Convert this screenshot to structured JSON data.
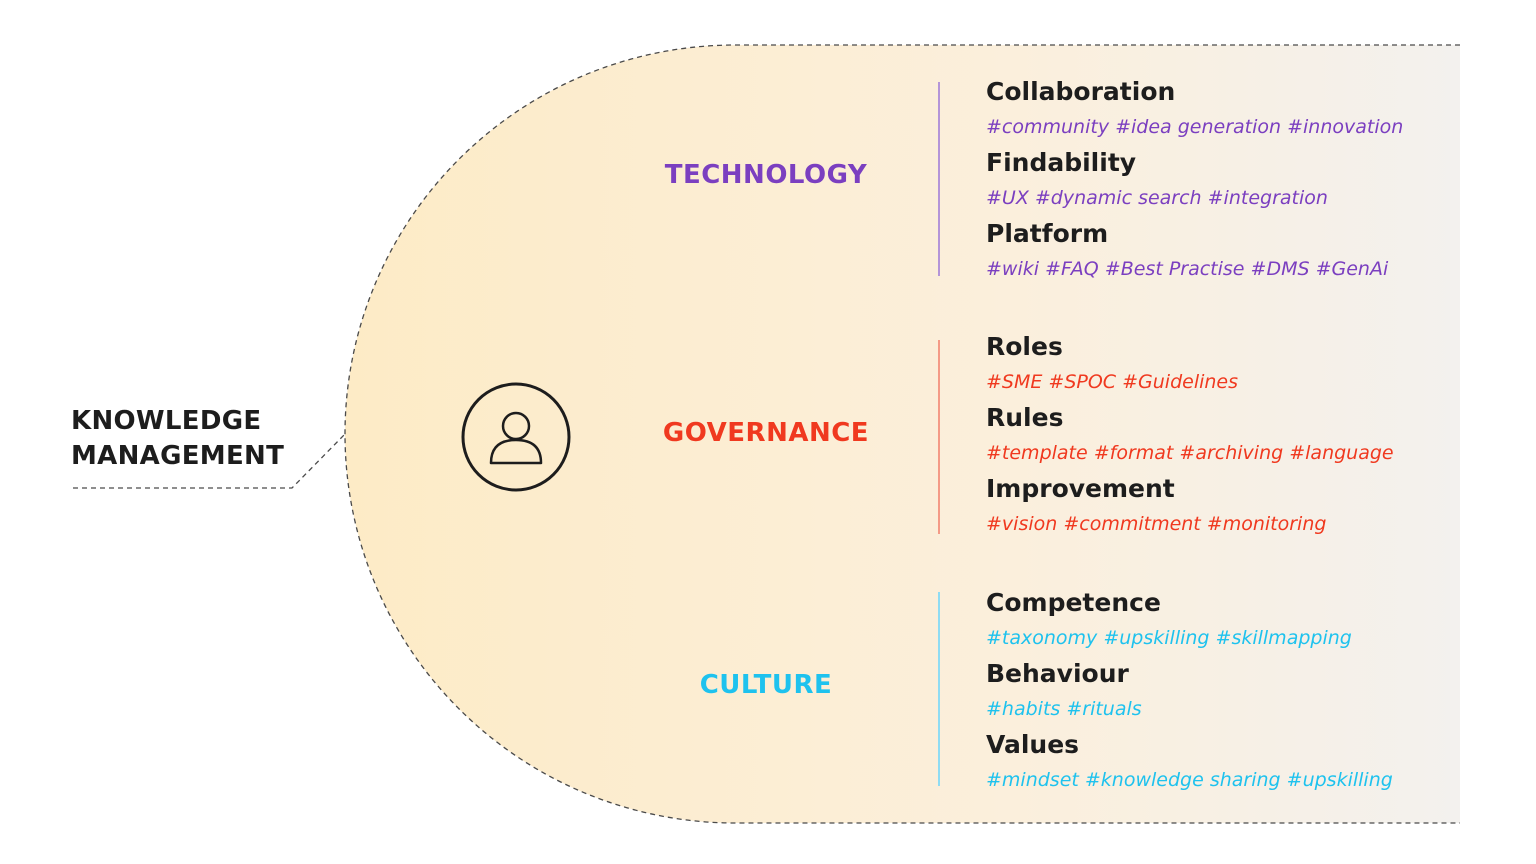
{
  "title": {
    "line1": "KNOWLEDGE",
    "line2": "MANAGEMENT"
  },
  "colors": {
    "technology": "#7b3fc0",
    "governance": "#f0391f",
    "culture": "#1ec2ee",
    "text": "#1d1d1d",
    "shape_fill_left": "#fdebc6",
    "shape_fill_right": "#f3f1ee"
  },
  "center_icon": "user-icon",
  "categories": [
    {
      "key": "technology",
      "label": "TECHNOLOGY",
      "items": [
        {
          "title": "Collaboration",
          "tags": "#community #idea generation #innovation"
        },
        {
          "title": "Findability",
          "tags": "#UX #dynamic search #integration"
        },
        {
          "title": "Platform",
          "tags": "#wiki #FAQ #Best Practise #DMS #GenAi"
        }
      ]
    },
    {
      "key": "governance",
      "label": "GOVERNANCE",
      "items": [
        {
          "title": "Roles",
          "tags": "#SME #SPOC #Guidelines"
        },
        {
          "title": "Rules",
          "tags": "#template #format #archiving #language"
        },
        {
          "title": "Improvement",
          "tags": "#vision #commitment #monitoring"
        }
      ]
    },
    {
      "key": "culture",
      "label": "CULTURE",
      "items": [
        {
          "title": "Competence",
          "tags": "#taxonomy #upskilling #skillmapping"
        },
        {
          "title": "Behaviour",
          "tags": "#habits #rituals"
        },
        {
          "title": "Values",
          "tags": "#mindset #knowledge sharing #upskilling"
        }
      ]
    }
  ]
}
